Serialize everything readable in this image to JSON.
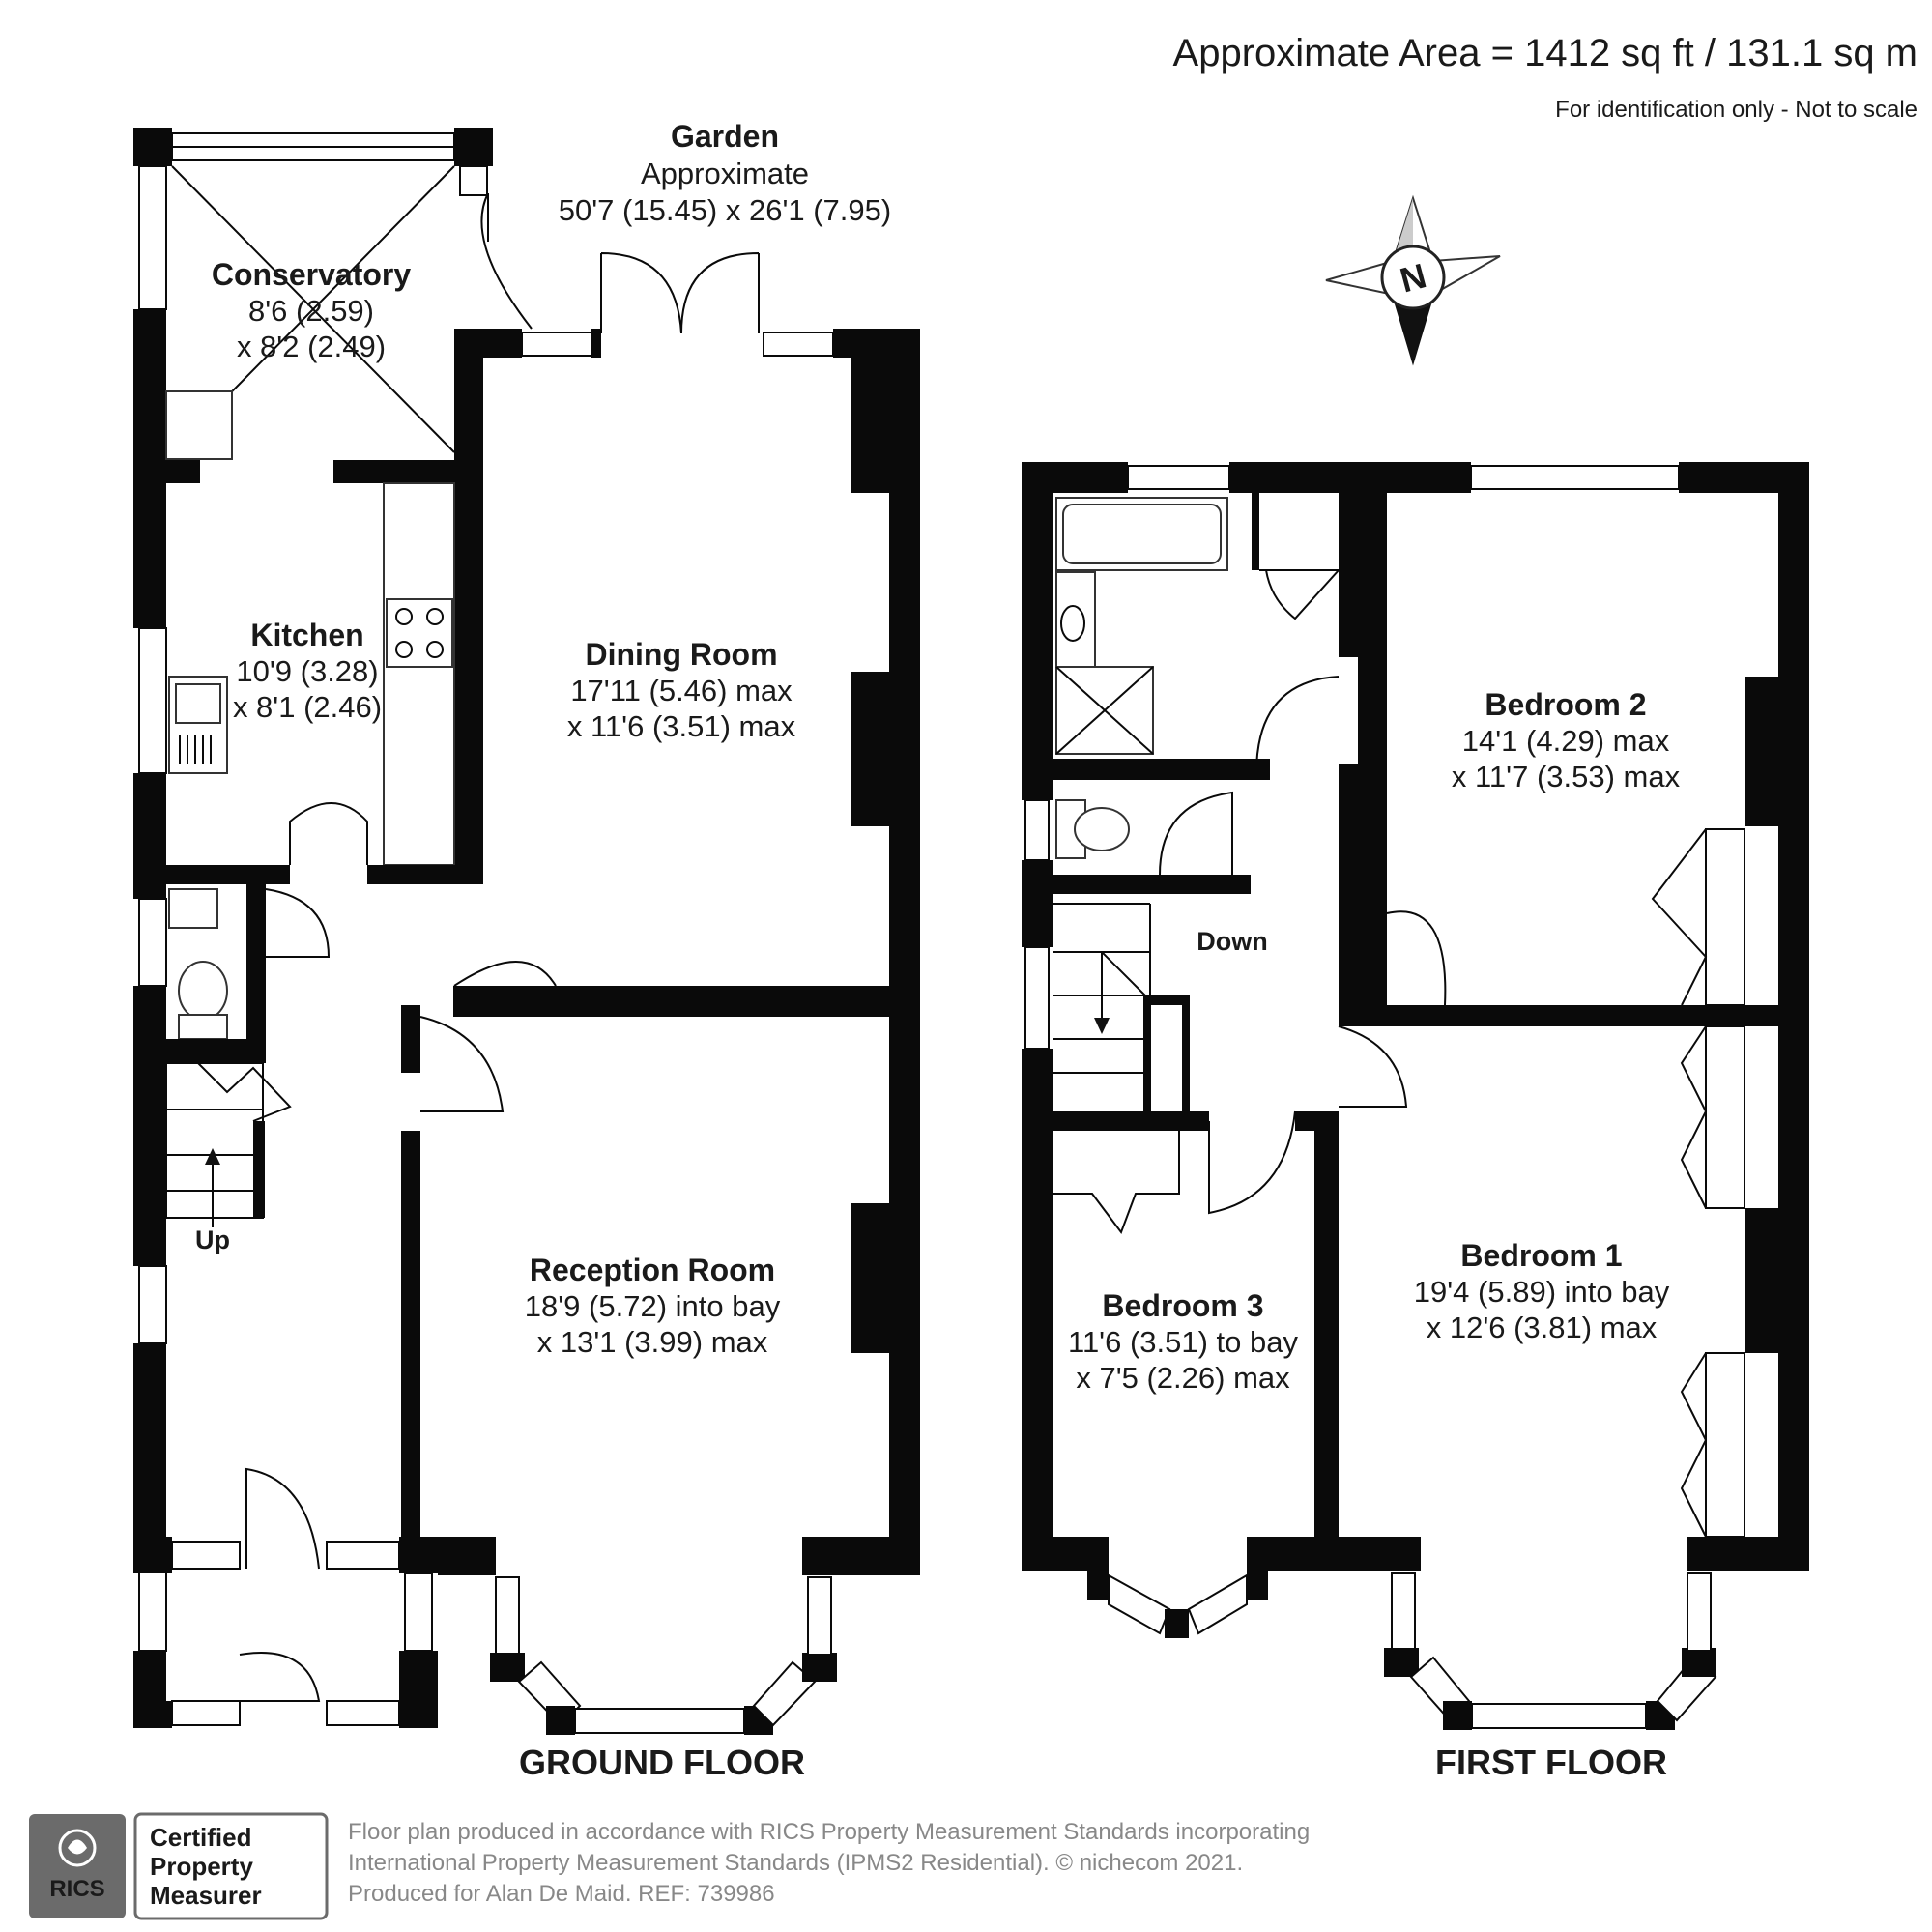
{
  "header": {
    "area": "Approximate Area = 1412 sq ft / 131.1 sq m",
    "disclaimer": "For identification only - Not to scale"
  },
  "garden": {
    "name": "Garden",
    "line1": "Approximate",
    "line2": "50'7 (15.45) x 26'1 (7.95)"
  },
  "compass": {
    "label": "N"
  },
  "ground_floor": {
    "title": "GROUND FLOOR",
    "stairs_label": "Up",
    "rooms": {
      "conservatory": {
        "name": "Conservatory",
        "dim1": "8'6 (2.59)",
        "dim2": "x 8'2 (2.49)"
      },
      "kitchen": {
        "name": "Kitchen",
        "dim1": "10'9 (3.28)",
        "dim2": "x 8'1 (2.46)"
      },
      "dining": {
        "name": "Dining Room",
        "dim1": "17'11 (5.46) max",
        "dim2": "x 11'6 (3.51) max"
      },
      "reception": {
        "name": "Reception Room",
        "dim1": "18'9 (5.72) into bay",
        "dim2": "x 13'1 (3.99) max"
      }
    }
  },
  "first_floor": {
    "title": "FIRST FLOOR",
    "stairs_label": "Down",
    "rooms": {
      "bedroom2": {
        "name": "Bedroom 2",
        "dim1": "14'1 (4.29) max",
        "dim2": "x 11'7 (3.53) max"
      },
      "bedroom1": {
        "name": "Bedroom 1",
        "dim1": "19'4 (5.89) into bay",
        "dim2": "x 12'6 (3.81) max"
      },
      "bedroom3": {
        "name": "Bedroom 3",
        "dim1": "11'6 (3.51) to bay",
        "dim2": "x 7'5 (2.26) max"
      }
    }
  },
  "footer": {
    "badge_logo": "RICS",
    "badge_line1": "Certified",
    "badge_line2": "Property",
    "badge_line3": "Measurer",
    "line1": "Floor plan produced in accordance with RICS Property Measurement Standards incorporating",
    "line2": "International Property Measurement Standards (IPMS2 Residential).   © nichecom 2021.",
    "line3": "Produced for Alan De Maid.   REF: 739986"
  }
}
